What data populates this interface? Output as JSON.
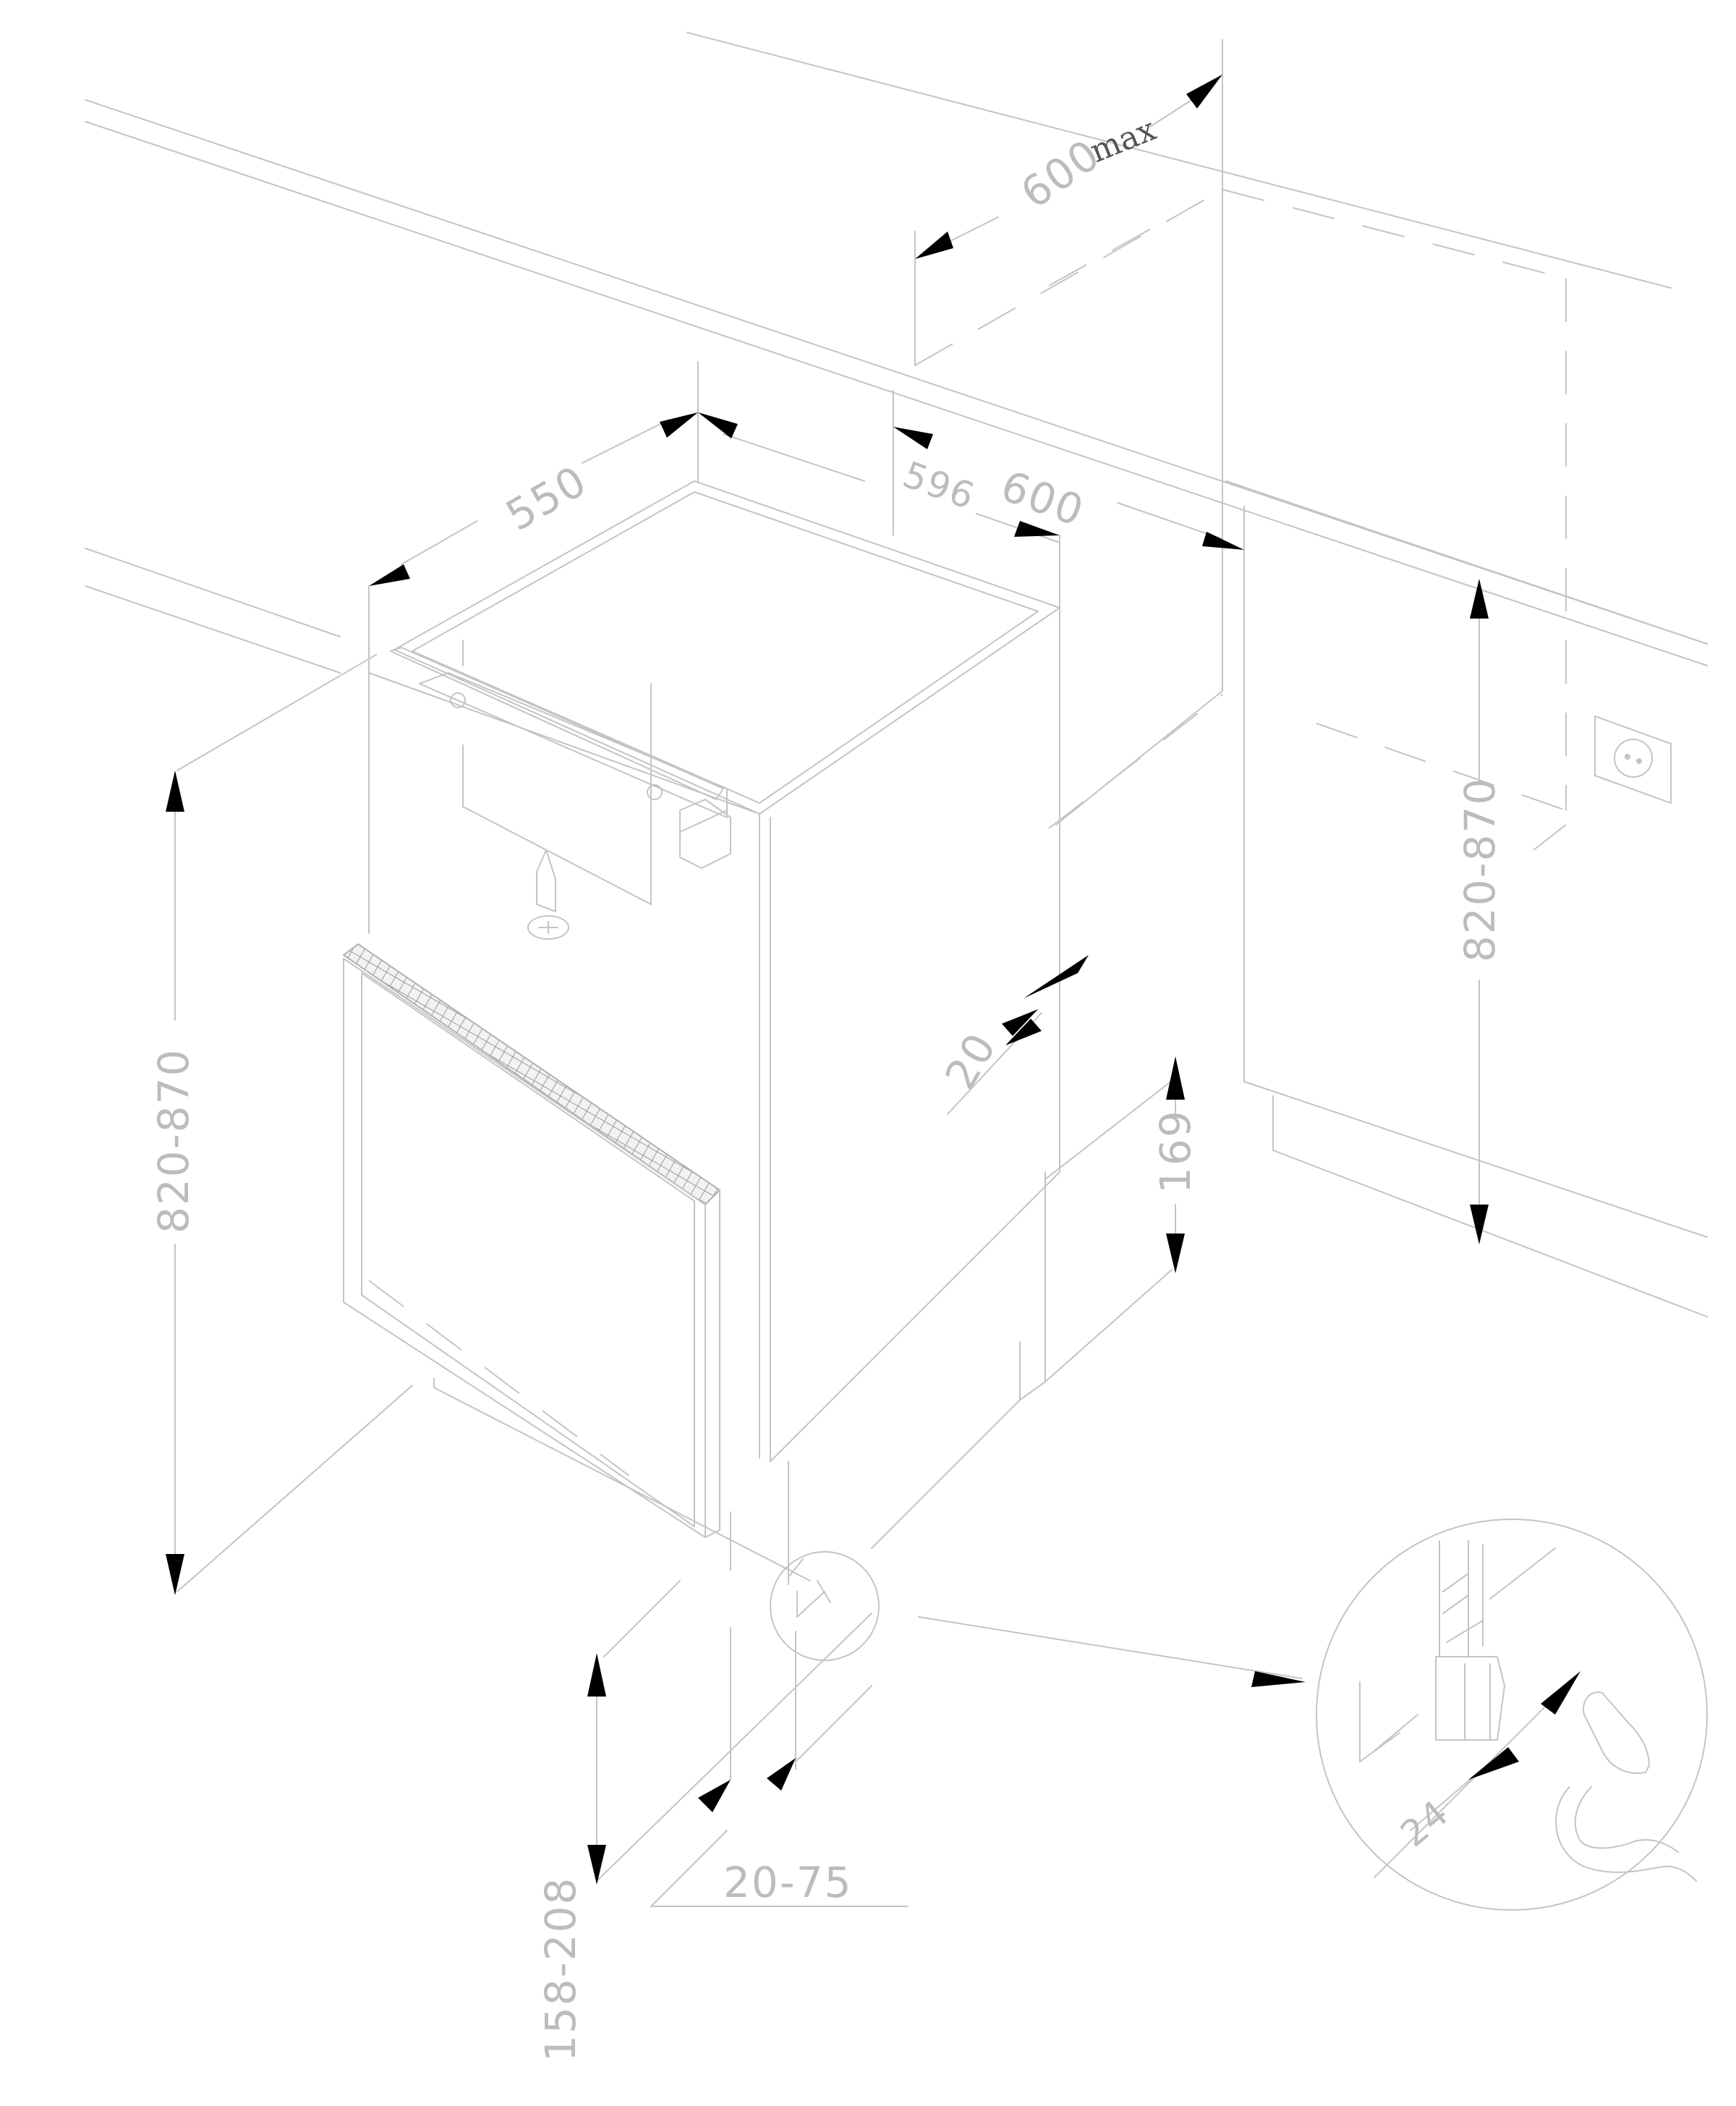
{
  "dimensions": {
    "niche_depth_max": "600",
    "max_label": "max",
    "appliance_depth": "550",
    "appliance_width": "596",
    "niche_width": "600",
    "niche_height_right": "820-870",
    "niche_height_left": "820-870",
    "door_gap": "20",
    "plinth_height": "169",
    "plinth_range": "158-208",
    "plinth_depth": "20-75",
    "nut_size": "24"
  },
  "icons": {
    "socket": "wall-socket-icon",
    "screw": "screw-icon",
    "wrench": "wrench-icon"
  }
}
